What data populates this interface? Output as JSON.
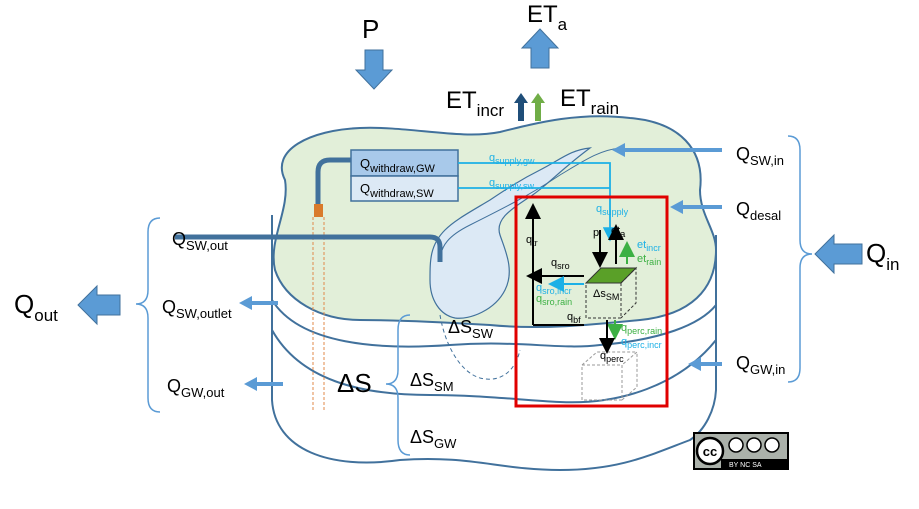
{
  "labels": {
    "P": "P",
    "ETa_main": "ET",
    "ETa_sub": "a",
    "ETincr_main": "ET",
    "ETincr_sub": "incr",
    "ETrain_main": "ET",
    "ETrain_sub": "rain",
    "Qswin_main": "Q",
    "Qswin_sub": "SW,in",
    "Qdesal_main": "Q",
    "Qdesal_sub": "desal",
    "Qin_main": "Q",
    "Qin_sub": "in",
    "Qgwin_main": "Q",
    "Qgwin_sub": "GW,in",
    "Qout_main": "Q",
    "Qout_sub": "out",
    "Qswout_main": "Q",
    "Qswout_sub": "SW,out",
    "Qswoutlet_main": "Q",
    "Qswoutlet_sub": "SW,outlet",
    "Qgwout_main": "Q",
    "Qgwout_sub": "GW,out",
    "dS": "ΔS",
    "dSsw_main": "ΔS",
    "dSsw_sub": "SW",
    "dSsm_main": "ΔS",
    "dSsm_sub": "SM",
    "dSgw_main": "ΔS",
    "dSgw_sub": "GW",
    "Qwgw_main": "Q",
    "Qwgw_sub": "withdraw,GW",
    "Qwsw_main": "Q",
    "Qwsw_sub": "withdraw,SW",
    "qsgw_main": "q",
    "qsgw_sub": "supply,gw",
    "qssw_main": "q",
    "qssw_sub": "supply,sw",
    "qsupply_main": "q",
    "qsupply_sub": "supply",
    "qtr_main": "q",
    "qtr_sub": "tr",
    "p": "p",
    "eta_main": "et",
    "eta_sub": "a",
    "etincr_main": "et",
    "etincr_sub": "incr",
    "etrain_main": "et",
    "etrain_sub": "rain",
    "qsro_main": "q",
    "qsro_sub": "sro",
    "qsroincr_main": "q",
    "qsroincr_sub": "sro,incr",
    "qsrorain_main": "q",
    "qsrorain_sub": "sro,rain",
    "dSsmcell_main": "Δs",
    "dSsmcell_sub": "SM",
    "qbf_main": "q",
    "qbf_sub": "bf",
    "qpercrain_main": "q",
    "qpercrain_sub": "perc,rain",
    "qpercincr_main": "q",
    "qpercincr_sub": "perc,incr",
    "qperc_main": "q",
    "qperc_sub": "perc",
    "cc_badge": "cc",
    "cc_text": "BY  NC  SA"
  },
  "colors": {
    "arrow_blue": "#5b9bd5",
    "flux_blue": "#1cb0e6",
    "flux_green": "#3cb043",
    "land_fill": "#e2efd9",
    "water_fill": "#dce9f5",
    "outline": "#41719c",
    "highlight_box": "#e00000",
    "et_incr_arrow": "#1f4e79",
    "et_rain_arrow": "#70ad47",
    "cell_top": "#5aa028"
  },
  "icons": [
    "arrow-down-icon",
    "arrow-up-icon",
    "arrow-left-icon",
    "creative-commons-icon"
  ]
}
